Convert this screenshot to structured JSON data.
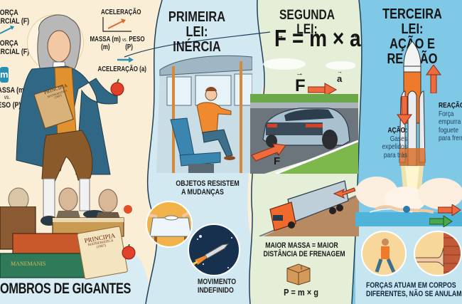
{
  "panel_newton": {
    "labels": {
      "forca_inercial_1_line1": "FORÇA",
      "forca_inercial_1_line2": "INERCIAL (F)",
      "forca_inercial_2_line1": "FORÇA",
      "forca_inercial_2_line2": "INERCIAL (F)",
      "massa_box": "m",
      "massa_vs_line1": "MASSA (m)",
      "massa_vs_line2": "vs.",
      "massa_vs_line3": "PESO (P)",
      "aceleracao_top": "ACELERAÇÃO",
      "massa_peso_line1_a": "MASSA (m)",
      "massa_peso_vs": "vs.",
      "massa_peso_line1_b": "PESO",
      "massa_peso_m": "(m)",
      "massa_peso_p": "(P)",
      "aceleracao_a": "ACELERAÇÃO (a)"
    },
    "book_title": "PRINCIPIA",
    "book_subtitle": "MATHEMATICA",
    "book_year": "(1687)",
    "scroll_title": "PRINCIPIA",
    "scroll_subtitle": "MATHEMATICA",
    "scroll_year": "(1687)",
    "green_book_spine": "MANEMANIS",
    "caption": "OMBROS DE GIGANTES"
  },
  "panel_first_law": {
    "title_line1": "PRIMEIRA LEI:",
    "title_line2": "INÉRCIA",
    "caption_line1": "OBJETOS RESISTEM",
    "caption_line2": "A MUDANÇAS",
    "rocket_caption_line1": "MOVIMENTO",
    "rocket_caption_line2": "INDEFINIDO"
  },
  "panel_second_law": {
    "title": "SEGUNDA LEI:",
    "formula": "F = m × a",
    "formula_F": "F",
    "formula_eq": "=",
    "formula_m": "m",
    "formula_x": "×",
    "formula_a": "a",
    "vector_F": "F",
    "vector_a": "a",
    "car_force": "F",
    "caption_line1": "MAIOR MASSA = MAIOR",
    "caption_line2": "DISTÂNCIA DE FRENAGEM",
    "weight_formula": "P = m × g"
  },
  "panel_third_law": {
    "title_line1": "TERCEIRA LEI:",
    "title_line2": "AÇÃO E REAÇÃO",
    "acao_title": "AÇÃO:",
    "acao_line1": "Gases",
    "acao_line2": "expelidos",
    "acao_line3": "para trás",
    "reacao_title": "REAÇÃO:",
    "reacao_line1": "Força",
    "reacao_line2": "empurra",
    "reacao_line3": "foguete",
    "reacao_line4": "para frente",
    "caption_line1": "FORÇAS ATUAM EM CORPOS",
    "caption_line2": "DIFERENTES, NÃO SE ANULAM"
  },
  "colors": {
    "cream": "#fbeed6",
    "light_blue": "#cfe6ef",
    "sky_blue": "#6fc0e0",
    "mint": "#e3efd6",
    "navy": "#1e3f5a",
    "orange": "#ef6a3c",
    "teal_coat": "#2f6784",
    "green_arrow": "#4aa84a"
  }
}
